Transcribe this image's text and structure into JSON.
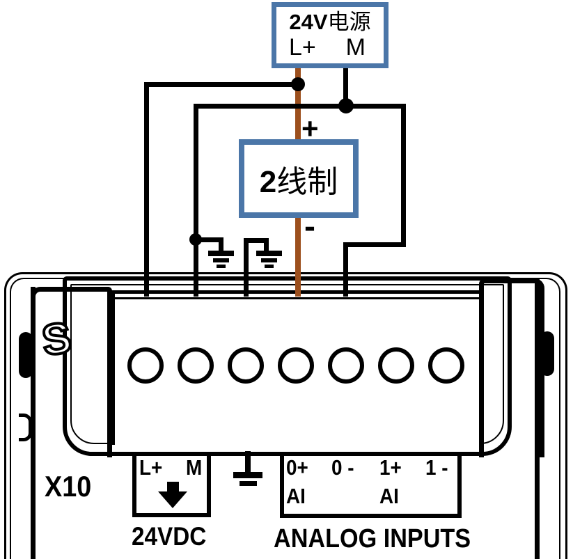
{
  "power_supply": {
    "title_bold": "24V",
    "title_rest": "电源",
    "left_terminal": "L+",
    "right_terminal": "M"
  },
  "transmitter": {
    "label_bold": "2",
    "label_rest": "线制",
    "plus_sign": "+",
    "minus_sign": "-"
  },
  "module": {
    "connector_label": "X10",
    "power_group": {
      "l_terminal": "L+",
      "m_terminal": "M",
      "caption": "24VDC"
    },
    "analog_group": {
      "terminals": [
        "0+",
        "0 -",
        "1+",
        "1 -"
      ],
      "channel_labels": [
        "AI",
        "AI"
      ],
      "caption": "ANALOG  INPUTS"
    },
    "terminal_count": 7
  },
  "colors": {
    "box_border_blue": "#4b76a8",
    "wire_orange": "#9c4f1d",
    "line_black": "#000000"
  },
  "icons": {
    "din_rail_clip": "din-rail-clip-icon",
    "earth_ground_wire": "earth-ground-icon",
    "earth_ground_label": "functional-earth-icon",
    "power_arrow": "down-arrow-icon"
  }
}
